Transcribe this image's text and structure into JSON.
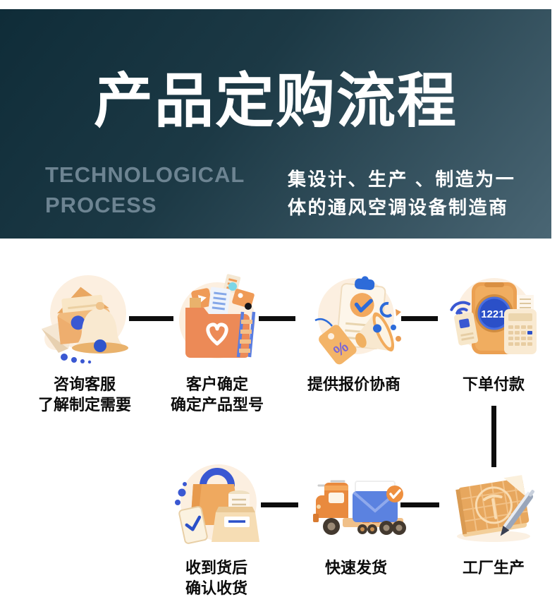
{
  "header": {
    "title": "产品定购流程",
    "subtitle_en": {
      "line1": "TECHNOLOGICAL",
      "line2": "PROCESS"
    },
    "tagline": {
      "line1": "集设计、生产 、制造为一",
      "line2": "体的通风空调设备制造商"
    },
    "colors": {
      "bg_gradient_start": "#0f2c38",
      "bg_gradient_end": "#4a6674",
      "title_color": "#ffffff",
      "subtitle_color": "#6d8492"
    }
  },
  "flow": {
    "phone_display": "1221.",
    "tag_percent": "%",
    "connector_color": "#0d0d0d",
    "accent_orange": "#ec8a57",
    "accent_blue": "#3a58d2",
    "row1": [
      {
        "icon": "envelope-bell-icon",
        "label_lines": [
          "咨询客服",
          "了解制定需要"
        ]
      },
      {
        "icon": "folder-heart-icon",
        "label_lines": [
          "客户确定",
          "确定产品型号"
        ]
      },
      {
        "icon": "clipboard-quote-icon",
        "label_lines": [
          "提供报价协商"
        ]
      },
      {
        "icon": "phone-payment-icon",
        "label_lines": [
          "下单付款"
        ]
      }
    ],
    "row2": [
      {
        "icon": "bag-box-icon",
        "label_lines": [
          "收到货后",
          "确认收货"
        ]
      },
      {
        "icon": "delivery-truck-icon",
        "label_lines": [
          "快速发货"
        ]
      },
      {
        "icon": "drafting-board-icon",
        "label_lines": [
          "工厂生产"
        ]
      }
    ]
  }
}
